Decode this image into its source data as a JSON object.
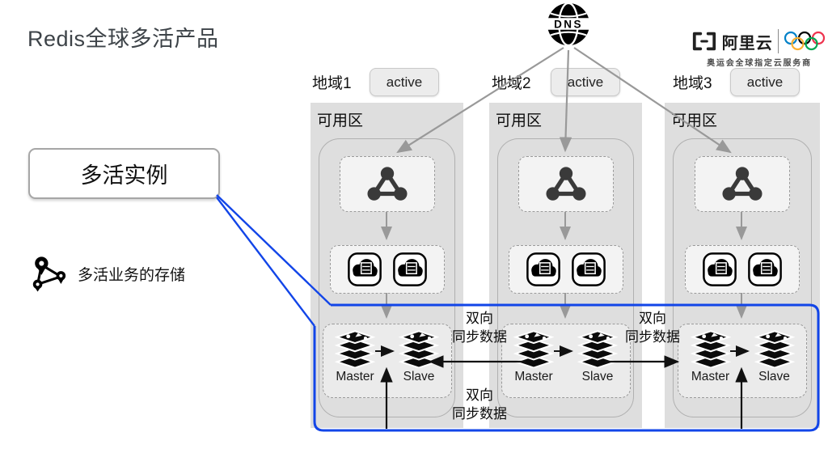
{
  "title": "Redis全球多活产品",
  "logo": {
    "brand": "阿里云",
    "tagline": "奥运会全球指定云服务商"
  },
  "dns": {
    "label": "DNS"
  },
  "legend": {
    "instance": "多活实例",
    "storage": "多活业务的存储"
  },
  "regions": [
    {
      "name": "地域1",
      "status": "active",
      "zone": "可用区",
      "master": "Master",
      "slave": "Slave"
    },
    {
      "name": "地域2",
      "status": "active",
      "zone": "可用区",
      "master": "Master",
      "slave": "Slave"
    },
    {
      "name": "地域3",
      "status": "active",
      "zone": "可用区",
      "master": "Master",
      "slave": "Slave"
    }
  ],
  "sync_labels": [
    {
      "line1": "双向",
      "line2": "同步数据"
    },
    {
      "line1": "双向",
      "line2": "同步数据"
    },
    {
      "line1": "双向",
      "line2": "同步数据"
    }
  ],
  "colors": {
    "accent_blue": "#1245e8",
    "panel_gray": "#dedede",
    "line_gray": "#999999",
    "black": "#111111",
    "ring_blue": "#0081C8",
    "ring_black": "#000000",
    "ring_red": "#EE334E",
    "ring_yellow": "#FCB131",
    "ring_green": "#00A651"
  }
}
